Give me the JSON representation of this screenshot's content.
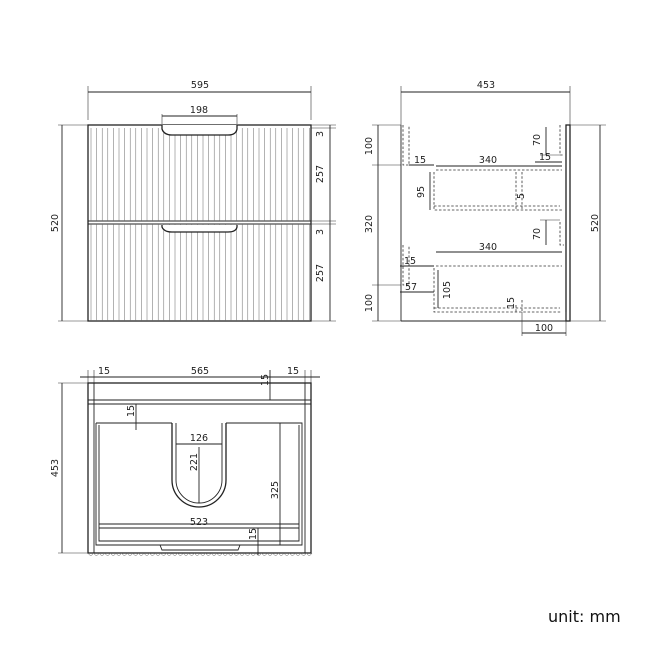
{
  "unit_label": "unit: mm",
  "front": {
    "width": "595",
    "height": "520",
    "handle": "198",
    "gap_top": "3",
    "drawer_top": "257",
    "gap_mid": "3",
    "drawer_bottom": "257"
  },
  "side": {
    "depth": "453",
    "height": "520",
    "top_offset": "100",
    "mid_height": "320",
    "bottom_offset": "100",
    "rail_top": "70",
    "rail_bottom": "70",
    "side_gap_top": "15",
    "drawer_depth_top": "340",
    "back_gap_top": "15",
    "drawer_h_top": "95",
    "base_top": "5",
    "side_gap_bottom": "15",
    "drawer_depth_bottom": "340",
    "front_offset": "57",
    "drawer_h_bottom": "105",
    "base_bottom": "15",
    "foot": "100"
  },
  "top": {
    "left_panel": "15",
    "inner_width": "565",
    "right_panel": "15",
    "back_panel": "15",
    "inner_panel": "15",
    "cutout_width": "126",
    "cutout_depth": "221",
    "drawer_depth": "325",
    "drawer_width": "523",
    "front_gap": "15",
    "depth": "453"
  }
}
